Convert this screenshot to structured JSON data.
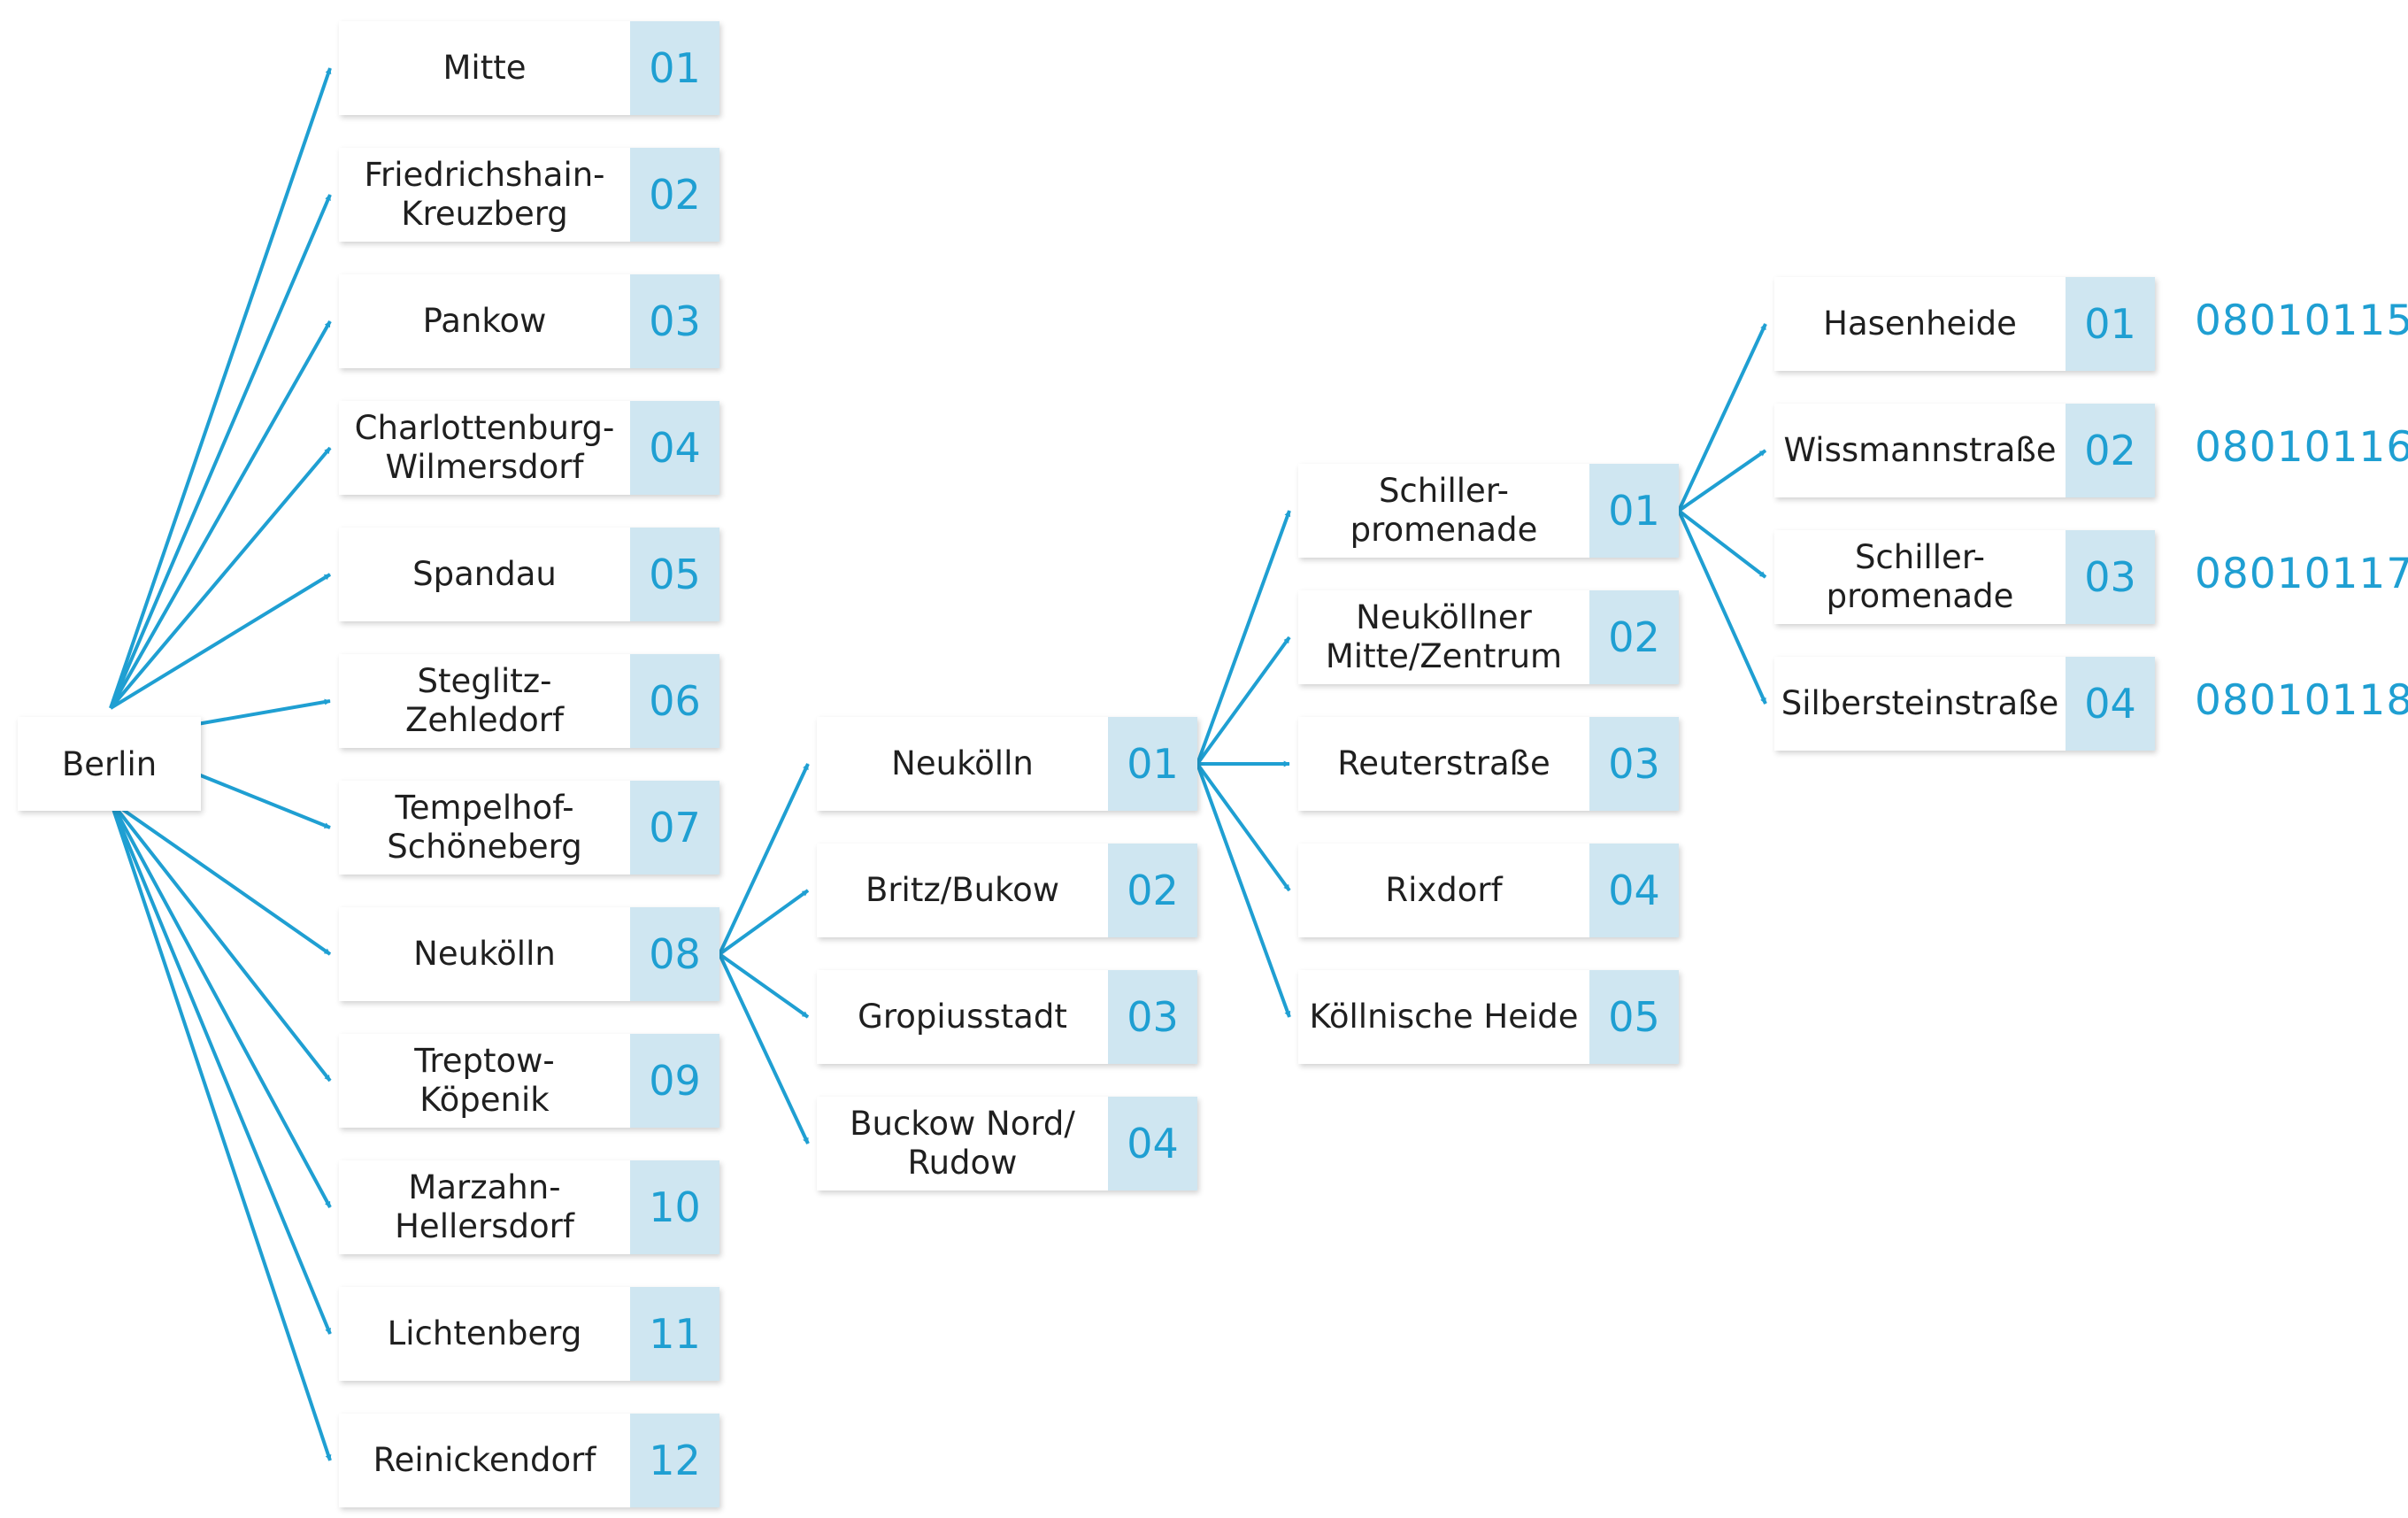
{
  "colors": {
    "accent": "#1f9fd2",
    "code_bg": "#cfe6f1",
    "text": "#1f1f1f"
  },
  "root": {
    "label": "Berlin"
  },
  "level1": [
    {
      "label": "Mitte",
      "code": "01"
    },
    {
      "label": "Friedrichshain-\nKreuzberg",
      "code": "02"
    },
    {
      "label": "Pankow",
      "code": "03"
    },
    {
      "label": "Charlottenburg-\nWilmersdorf",
      "code": "04"
    },
    {
      "label": "Spandau",
      "code": "05"
    },
    {
      "label": "Steglitz-\nZehledorf",
      "code": "06"
    },
    {
      "label": "Tempelhof-\nSchöneberg",
      "code": "07"
    },
    {
      "label": "Neukölln",
      "code": "08"
    },
    {
      "label": "Treptow-\nKöpenik",
      "code": "09"
    },
    {
      "label": "Marzahn-\nHellersdorf",
      "code": "10"
    },
    {
      "label": "Lichtenberg",
      "code": "11"
    },
    {
      "label": "Reinickendorf",
      "code": "12"
    }
  ],
  "level2": [
    {
      "label": "Neukölln",
      "code": "01"
    },
    {
      "label": "Britz/Bukow",
      "code": "02"
    },
    {
      "label": "Gropiusstadt",
      "code": "03"
    },
    {
      "label": "Buckow Nord/\nRudow",
      "code": "04"
    }
  ],
  "level3": [
    {
      "label": "Schiller-\npromenade",
      "code": "01"
    },
    {
      "label": "Neuköllner\nMitte/Zentrum",
      "code": "02"
    },
    {
      "label": "Reuterstraße",
      "code": "03"
    },
    {
      "label": "Rixdorf",
      "code": "04"
    },
    {
      "label": "Köllnische Heide",
      "code": "05"
    }
  ],
  "level4": [
    {
      "label": "Hasenheide",
      "code": "01",
      "full_code": "08010115"
    },
    {
      "label": "Wissmannstraße",
      "code": "02",
      "full_code": "08010116"
    },
    {
      "label": "Schiller-\npromenade",
      "code": "03",
      "full_code": "08010117"
    },
    {
      "label": "Silbersteinstraße",
      "code": "04",
      "full_code": "08010118"
    }
  ]
}
